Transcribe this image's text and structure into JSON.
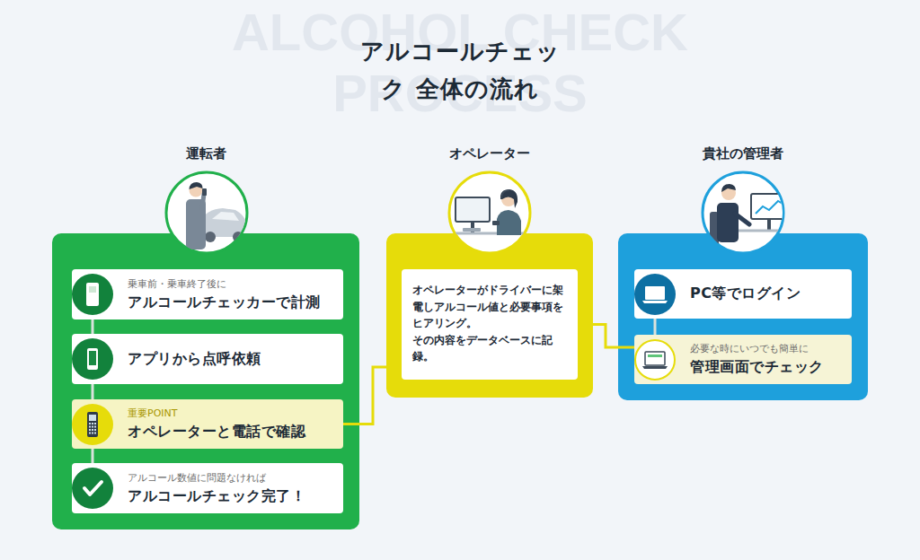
{
  "diagram": {
    "title": "アルコールチェック 全体の流れ",
    "nodes": [
      {
        "text": [
          "運転者"
        ]
      },
      {
        "text": [
          "乗車前・乗車終了後に",
          "アルコールチェッカーで計測"
        ],
        "in": 0
      },
      {
        "text": [
          "アプリから点呼依頼"
        ],
        "in": 0
      },
      {
        "text": [
          "重要POINT",
          "オペレーターと電話で確認"
        ],
        "in": 0
      },
      {
        "text": [
          "アルコール数値に問題なければ",
          "アルコールチェック完了！"
        ],
        "in": 0
      },
      {
        "text": [
          "オペレーター"
        ]
      },
      {
        "text": [
          "オペレーターがドライバーに架電しアルコール値と必要事項をヒアリング。",
          "その内容をデータベースに記録。"
        ],
        "in": 5
      },
      {
        "text": [
          "貴社の管理者"
        ]
      },
      {
        "text": [
          "PC等でログイン"
        ],
        "in": 7
      },
      {
        "text": [
          "必要な時にいつでも簡単に",
          "管理画面でチェック"
        ],
        "in": 7
      }
    ],
    "edges": [
      {
        "from": 1,
        "to": 2,
        "arrow": "none"
      },
      {
        "from": 2,
        "to": 3,
        "arrow": "none"
      },
      {
        "from": 3,
        "to": 4,
        "arrow": "none"
      },
      {
        "from": 3,
        "to": 6,
        "arrow": "none"
      },
      {
        "from": 6,
        "to": 9,
        "arrow": "none"
      },
      {
        "from": 8,
        "to": 9,
        "arrow": "none"
      }
    ],
    "labels": [
      "ALCOHOL CHECK PROCESS"
    ]
  }
}
